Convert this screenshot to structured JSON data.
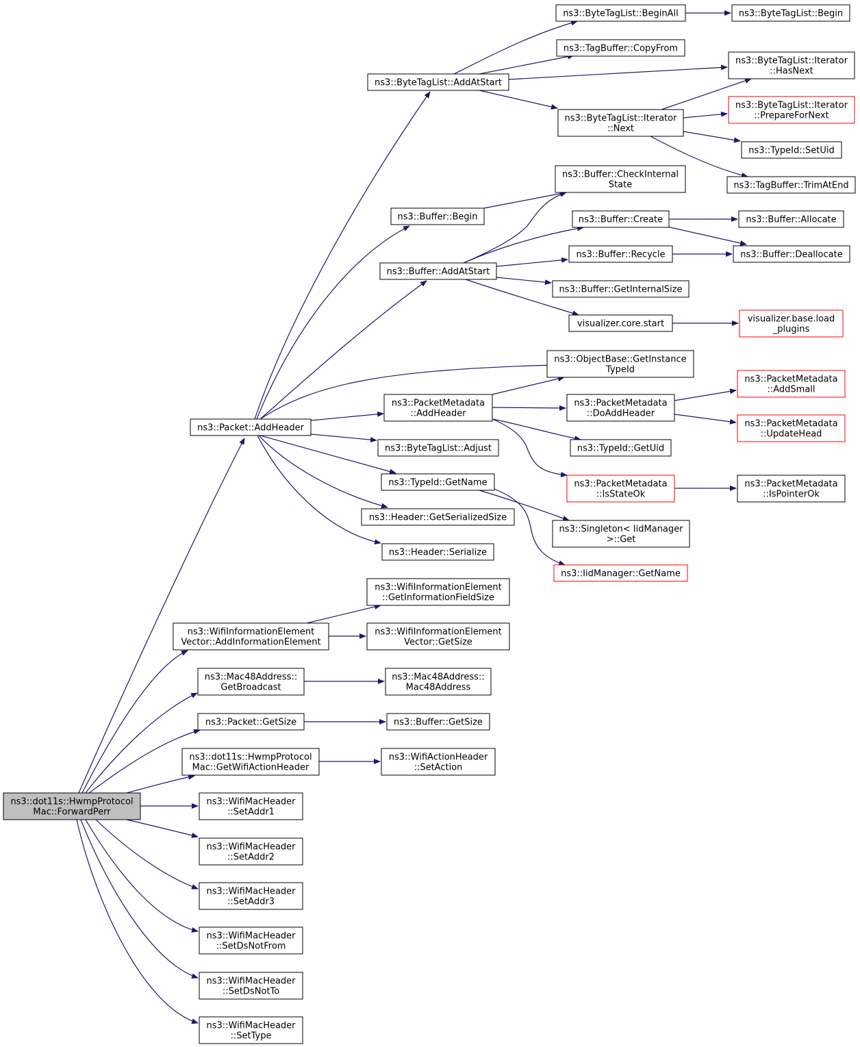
{
  "graph": {
    "root": "n0",
    "colors": {
      "edge": "#191970",
      "node_border": "#000000",
      "truncated_border": "#ff0000",
      "root_fill": "#bfbfbf",
      "node_fill": "#ffffff"
    },
    "nodes": [
      {
        "id": "n0",
        "lines": [
          "ns3::dot11s::HwmpProtocol",
          "Mac::ForwardPerr"
        ],
        "style": "root"
      },
      {
        "id": "n1",
        "lines": [
          "ns3::Packet::AddHeader"
        ]
      },
      {
        "id": "n2",
        "lines": [
          "ns3::WifiInformationElement",
          "Vector::AddInformationElement"
        ]
      },
      {
        "id": "n3",
        "lines": [
          "ns3::Mac48Address::",
          "GetBroadcast"
        ]
      },
      {
        "id": "n4",
        "lines": [
          "ns3::Packet::GetSize"
        ]
      },
      {
        "id": "n5",
        "lines": [
          "ns3::dot11s::HwmpProtocol",
          "Mac::GetWifiActionHeader"
        ]
      },
      {
        "id": "n6",
        "lines": [
          "ns3::WifiMacHeader",
          "::SetAddr1"
        ]
      },
      {
        "id": "n7",
        "lines": [
          "ns3::WifiMacHeader",
          "::SetAddr2"
        ]
      },
      {
        "id": "n8",
        "lines": [
          "ns3::WifiMacHeader",
          "::SetAddr3"
        ]
      },
      {
        "id": "n9",
        "lines": [
          "ns3::WifiMacHeader",
          "::SetDsNotFrom"
        ]
      },
      {
        "id": "n10",
        "lines": [
          "ns3::WifiMacHeader",
          "::SetDsNotTo"
        ]
      },
      {
        "id": "n11",
        "lines": [
          "ns3::WifiMacHeader",
          "::SetType"
        ]
      },
      {
        "id": "n12",
        "lines": [
          "ns3::ByteTagList::AddAtStart"
        ]
      },
      {
        "id": "n13",
        "lines": [
          "ns3::Buffer::Begin"
        ]
      },
      {
        "id": "n14",
        "lines": [
          "ns3::Buffer::AddAtStart"
        ]
      },
      {
        "id": "n15",
        "lines": [
          "ns3::PacketMetadata",
          "::AddHeader"
        ]
      },
      {
        "id": "n16",
        "lines": [
          "ns3::ByteTagList::Adjust"
        ]
      },
      {
        "id": "n17",
        "lines": [
          "ns3::TypeId::GetName"
        ]
      },
      {
        "id": "n18",
        "lines": [
          "ns3::Header::GetSerializedSize"
        ]
      },
      {
        "id": "n19",
        "lines": [
          "ns3::Header::Serialize"
        ]
      },
      {
        "id": "n20",
        "lines": [
          "ns3::WifiInformationElement",
          "::GetInformationFieldSize"
        ]
      },
      {
        "id": "n21",
        "lines": [
          "ns3::WifiInformationElement",
          "Vector::GetSize"
        ]
      },
      {
        "id": "n22",
        "lines": [
          "ns3::Mac48Address::",
          "Mac48Address"
        ]
      },
      {
        "id": "n23",
        "lines": [
          "ns3::Buffer::GetSize"
        ]
      },
      {
        "id": "n24",
        "lines": [
          "ns3::WifiActionHeader",
          "::SetAction"
        ]
      },
      {
        "id": "n25",
        "lines": [
          "ns3::ByteTagList::BeginAll"
        ]
      },
      {
        "id": "n26",
        "lines": [
          "ns3::TagBuffer::CopyFrom"
        ]
      },
      {
        "id": "n27",
        "lines": [
          "ns3::ByteTagList::Iterator",
          "::Next"
        ]
      },
      {
        "id": "n28",
        "lines": [
          "ns3::Buffer::CheckInternal",
          "State"
        ]
      },
      {
        "id": "n29",
        "lines": [
          "ns3::Buffer::Create"
        ]
      },
      {
        "id": "n30",
        "lines": [
          "ns3::Buffer::Recycle"
        ]
      },
      {
        "id": "n31",
        "lines": [
          "ns3::Buffer::GetInternalSize"
        ]
      },
      {
        "id": "n32",
        "lines": [
          "visualizer.core.start"
        ]
      },
      {
        "id": "n33",
        "lines": [
          "ns3::ObjectBase::GetInstance",
          "TypeId"
        ]
      },
      {
        "id": "n34",
        "lines": [
          "ns3::PacketMetadata",
          "::DoAddHeader"
        ]
      },
      {
        "id": "n35",
        "lines": [
          "ns3::TypeId::GetUid"
        ]
      },
      {
        "id": "n36",
        "lines": [
          "ns3::PacketMetadata",
          "::IsStateOk"
        ],
        "style": "truncated"
      },
      {
        "id": "n37",
        "lines": [
          "ns3::Singleton< IidManager",
          " >::Get"
        ]
      },
      {
        "id": "n38",
        "lines": [
          "ns3::IidManager::GetName"
        ],
        "style": "truncated"
      },
      {
        "id": "n39",
        "lines": [
          "ns3::ByteTagList::Begin"
        ]
      },
      {
        "id": "n40",
        "lines": [
          "ns3::ByteTagList::Iterator",
          "::HasNext"
        ]
      },
      {
        "id": "n41",
        "lines": [
          "ns3::ByteTagList::Iterator",
          "::PrepareForNext"
        ],
        "style": "truncated"
      },
      {
        "id": "n42",
        "lines": [
          "ns3::TypeId::SetUid"
        ]
      },
      {
        "id": "n43",
        "lines": [
          "ns3::TagBuffer::TrimAtEnd"
        ]
      },
      {
        "id": "n44",
        "lines": [
          "ns3::Buffer::Allocate"
        ]
      },
      {
        "id": "n45",
        "lines": [
          "ns3::Buffer::Deallocate"
        ]
      },
      {
        "id": "n46",
        "lines": [
          "visualizer.base.load",
          "_plugins"
        ],
        "style": "truncated"
      },
      {
        "id": "n47",
        "lines": [
          "ns3::PacketMetadata",
          "::AddSmall"
        ],
        "style": "truncated"
      },
      {
        "id": "n48",
        "lines": [
          "ns3::PacketMetadata",
          "::UpdateHead"
        ],
        "style": "truncated"
      },
      {
        "id": "n49",
        "lines": [
          "ns3::PacketMetadata",
          "::IsPointerOk"
        ]
      }
    ],
    "edges": [
      [
        "n0",
        "n1"
      ],
      [
        "n0",
        "n2"
      ],
      [
        "n0",
        "n3"
      ],
      [
        "n0",
        "n4"
      ],
      [
        "n0",
        "n5"
      ],
      [
        "n0",
        "n6"
      ],
      [
        "n0",
        "n7"
      ],
      [
        "n0",
        "n8"
      ],
      [
        "n0",
        "n9"
      ],
      [
        "n0",
        "n10"
      ],
      [
        "n0",
        "n11"
      ],
      [
        "n1",
        "n12"
      ],
      [
        "n1",
        "n13"
      ],
      [
        "n1",
        "n14"
      ],
      [
        "n1",
        "n33"
      ],
      [
        "n1",
        "n15"
      ],
      [
        "n1",
        "n16"
      ],
      [
        "n1",
        "n17"
      ],
      [
        "n1",
        "n18"
      ],
      [
        "n1",
        "n19"
      ],
      [
        "n2",
        "n20"
      ],
      [
        "n2",
        "n21"
      ],
      [
        "n3",
        "n22"
      ],
      [
        "n4",
        "n23"
      ],
      [
        "n5",
        "n24"
      ],
      [
        "n12",
        "n25"
      ],
      [
        "n12",
        "n26"
      ],
      [
        "n12",
        "n40"
      ],
      [
        "n12",
        "n27"
      ],
      [
        "n25",
        "n39"
      ],
      [
        "n27",
        "n40"
      ],
      [
        "n27",
        "n41"
      ],
      [
        "n27",
        "n42"
      ],
      [
        "n27",
        "n43"
      ],
      [
        "n13",
        "n28"
      ],
      [
        "n14",
        "n28"
      ],
      [
        "n14",
        "n29"
      ],
      [
        "n14",
        "n30"
      ],
      [
        "n14",
        "n31"
      ],
      [
        "n14",
        "n32"
      ],
      [
        "n29",
        "n44"
      ],
      [
        "n29",
        "n45"
      ],
      [
        "n30",
        "n45"
      ],
      [
        "n32",
        "n46"
      ],
      [
        "n15",
        "n33"
      ],
      [
        "n15",
        "n34"
      ],
      [
        "n15",
        "n35"
      ],
      [
        "n15",
        "n36"
      ],
      [
        "n34",
        "n47"
      ],
      [
        "n34",
        "n48"
      ],
      [
        "n36",
        "n49"
      ],
      [
        "n17",
        "n37"
      ],
      [
        "n17",
        "n38"
      ]
    ]
  }
}
